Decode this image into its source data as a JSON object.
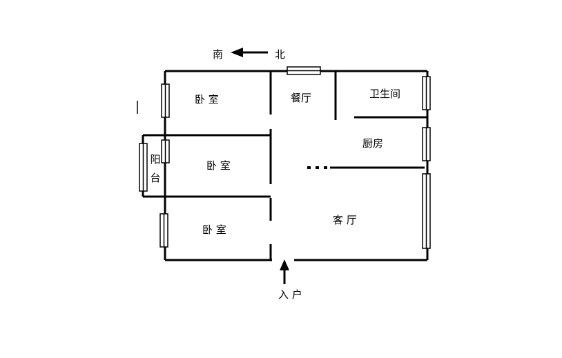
{
  "compass": {
    "south": "南",
    "north": "北"
  },
  "rooms": {
    "bedroom_top": "卧 室",
    "bedroom_middle": "卧 室",
    "bedroom_bottom": "卧 室",
    "dining": "餐厅",
    "bathroom": "卫生间",
    "kitchen": "厨房",
    "living": "客  厅",
    "balcony_char1": "阳",
    "balcony_char2": "台"
  },
  "entrance": "入 户",
  "colors": {
    "wall": "#000000",
    "window_fill": "#ffffff"
  }
}
